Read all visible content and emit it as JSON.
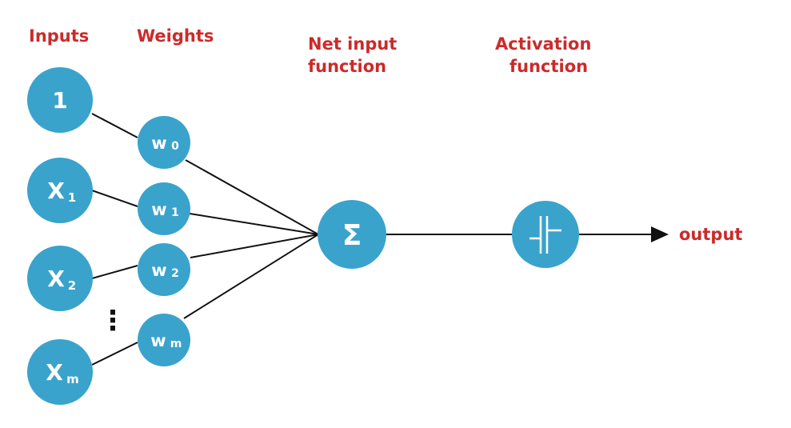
{
  "colors": {
    "node_fill": "#3aa3cc",
    "label_red": "#cc2a2a",
    "line": "#111111",
    "node_text": "#ffffff"
  },
  "headers": {
    "inputs": "Inputs",
    "weights": "Weights",
    "net_input_line1": "Net input",
    "net_input_line2": "function",
    "activation_line1": "Activation",
    "activation_line2": "function"
  },
  "inputs": [
    {
      "main": "1",
      "sub": ""
    },
    {
      "main": "X",
      "sub": "1"
    },
    {
      "main": "X",
      "sub": "2"
    },
    {
      "main": "X",
      "sub": "m"
    }
  ],
  "weights": [
    {
      "main": "w",
      "sub": "0"
    },
    {
      "main": "w",
      "sub": "1"
    },
    {
      "main": "w",
      "sub": "2"
    },
    {
      "main": "w",
      "sub": "m"
    }
  ],
  "sum_symbol": "Σ",
  "activation_symbol": "step-function-icon",
  "ellipsis": "⋮",
  "output_label": "output"
}
